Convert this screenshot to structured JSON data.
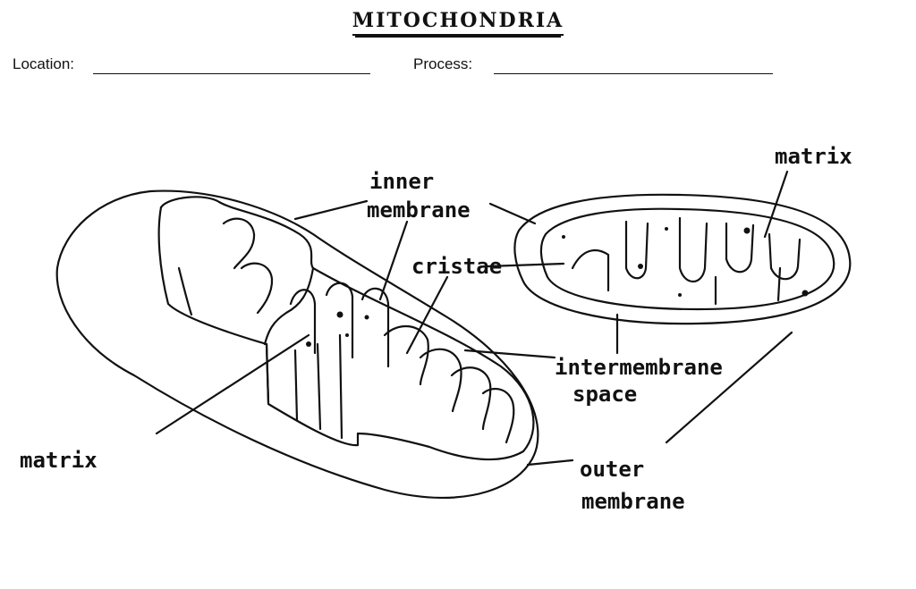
{
  "title": "MITOCHONDRIA",
  "fields": {
    "location_label": "Location:",
    "process_label": "Process:"
  },
  "labels": {
    "inner_line1": "inner",
    "inner_line2": "membrane",
    "cristae": "cristae",
    "matrix_right": "matrix",
    "matrix_left": "matrix",
    "intermembrane_line1": "intermembrane",
    "intermembrane_line2": "space",
    "outer_line1": "outer",
    "outer_line2": "membrane"
  }
}
